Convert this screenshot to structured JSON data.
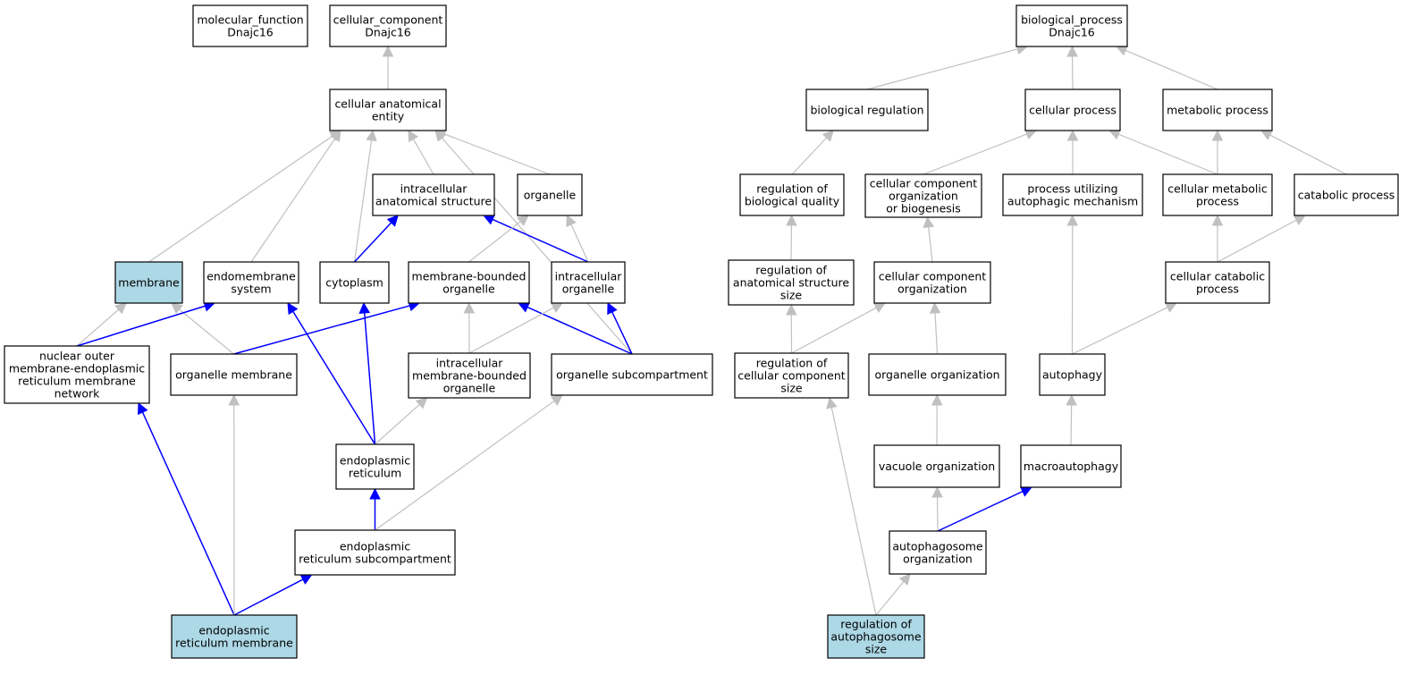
{
  "diagram": {
    "nodes": [
      {
        "id": "mf",
        "label": [
          "molecular_function",
          "Dnajc16"
        ],
        "highlight": false
      },
      {
        "id": "cc",
        "label": [
          "cellular_component",
          "Dnajc16"
        ],
        "highlight": false
      },
      {
        "id": "bp",
        "label": [
          "biological_process",
          "Dnajc16"
        ],
        "highlight": false
      },
      {
        "id": "cae",
        "label": [
          "cellular anatomical",
          "entity"
        ],
        "highlight": false
      },
      {
        "id": "ias",
        "label": [
          "intracellular",
          "anatomical structure"
        ],
        "highlight": false
      },
      {
        "id": "org",
        "label": [
          "organelle"
        ],
        "highlight": false
      },
      {
        "id": "mem",
        "label": [
          "membrane"
        ],
        "highlight": true
      },
      {
        "id": "ems",
        "label": [
          "endomembrane",
          "system"
        ],
        "highlight": false
      },
      {
        "id": "cyt",
        "label": [
          "cytoplasm"
        ],
        "highlight": false
      },
      {
        "id": "mbo",
        "label": [
          "membrane-bounded",
          "organelle"
        ],
        "highlight": false
      },
      {
        "id": "io",
        "label": [
          "intracellular",
          "organelle"
        ],
        "highlight": false
      },
      {
        "id": "nom",
        "label": [
          "nuclear outer",
          "membrane-endoplasmic",
          "reticulum membrane",
          "network"
        ],
        "highlight": false
      },
      {
        "id": "om",
        "label": [
          "organelle membrane"
        ],
        "highlight": false
      },
      {
        "id": "imbo",
        "label": [
          "intracellular",
          "membrane-bounded",
          "organelle"
        ],
        "highlight": false
      },
      {
        "id": "osc",
        "label": [
          "organelle subcompartment"
        ],
        "highlight": false
      },
      {
        "id": "er",
        "label": [
          "endoplasmic",
          "reticulum"
        ],
        "highlight": false
      },
      {
        "id": "ersc",
        "label": [
          "endoplasmic",
          "reticulum subcompartment"
        ],
        "highlight": false
      },
      {
        "id": "erm",
        "label": [
          "endoplasmic",
          "reticulum membrane"
        ],
        "highlight": true
      },
      {
        "id": "breg",
        "label": [
          "biological regulation"
        ],
        "highlight": false
      },
      {
        "id": "cp",
        "label": [
          "cellular process"
        ],
        "highlight": false
      },
      {
        "id": "mp",
        "label": [
          "metabolic process"
        ],
        "highlight": false
      },
      {
        "id": "rbq",
        "label": [
          "regulation of",
          "biological quality"
        ],
        "highlight": false
      },
      {
        "id": "ccob",
        "label": [
          "cellular component",
          "organization",
          "or biogenesis"
        ],
        "highlight": false
      },
      {
        "id": "puam",
        "label": [
          "process utilizing",
          "autophagic mechanism"
        ],
        "highlight": false
      },
      {
        "id": "cmp",
        "label": [
          "cellular metabolic",
          "process"
        ],
        "highlight": false
      },
      {
        "id": "catp",
        "label": [
          "catabolic process"
        ],
        "highlight": false
      },
      {
        "id": "rass",
        "label": [
          "regulation of",
          "anatomical structure",
          "size"
        ],
        "highlight": false
      },
      {
        "id": "cco",
        "label": [
          "cellular component",
          "organization"
        ],
        "highlight": false
      },
      {
        "id": "ccp",
        "label": [
          "cellular catabolic",
          "process"
        ],
        "highlight": false
      },
      {
        "id": "rccs",
        "label": [
          "regulation of",
          "cellular component",
          "size"
        ],
        "highlight": false
      },
      {
        "id": "oo",
        "label": [
          "organelle organization"
        ],
        "highlight": false
      },
      {
        "id": "aut",
        "label": [
          "autophagy"
        ],
        "highlight": false
      },
      {
        "id": "vo",
        "label": [
          "vacuole organization"
        ],
        "highlight": false
      },
      {
        "id": "macro",
        "label": [
          "macroautophagy"
        ],
        "highlight": false
      },
      {
        "id": "ao",
        "label": [
          "autophagosome",
          "organization"
        ],
        "highlight": false
      },
      {
        "id": "ras",
        "label": [
          "regulation of",
          "autophagosome",
          "size"
        ],
        "highlight": true
      }
    ],
    "edges": [
      {
        "from": "cae",
        "to": "cc",
        "color": "gray"
      },
      {
        "from": "mem",
        "to": "cae",
        "color": "gray"
      },
      {
        "from": "ems",
        "to": "cae",
        "color": "gray"
      },
      {
        "from": "cyt",
        "to": "cae",
        "color": "gray"
      },
      {
        "from": "ias",
        "to": "cae",
        "color": "gray"
      },
      {
        "from": "org",
        "to": "cae",
        "color": "gray"
      },
      {
        "from": "osc",
        "to": "cae",
        "color": "gray"
      },
      {
        "from": "cyt",
        "to": "ias",
        "color": "blue"
      },
      {
        "from": "io",
        "to": "ias",
        "color": "blue"
      },
      {
        "from": "mbo",
        "to": "org",
        "color": "gray"
      },
      {
        "from": "io",
        "to": "org",
        "color": "gray"
      },
      {
        "from": "nom",
        "to": "mem",
        "color": "gray"
      },
      {
        "from": "om",
        "to": "mem",
        "color": "gray"
      },
      {
        "from": "nom",
        "to": "ems",
        "color": "blue"
      },
      {
        "from": "er",
        "to": "ems",
        "color": "blue"
      },
      {
        "from": "er",
        "to": "cyt",
        "color": "blue"
      },
      {
        "from": "om",
        "to": "mbo",
        "color": "blue"
      },
      {
        "from": "imbo",
        "to": "mbo",
        "color": "gray"
      },
      {
        "from": "osc",
        "to": "mbo",
        "color": "blue"
      },
      {
        "from": "imbo",
        "to": "io",
        "color": "gray"
      },
      {
        "from": "osc",
        "to": "io",
        "color": "blue"
      },
      {
        "from": "er",
        "to": "imbo",
        "color": "gray"
      },
      {
        "from": "ersc",
        "to": "er",
        "color": "blue"
      },
      {
        "from": "ersc",
        "to": "osc",
        "color": "gray"
      },
      {
        "from": "erm",
        "to": "nom",
        "color": "blue"
      },
      {
        "from": "erm",
        "to": "om",
        "color": "gray"
      },
      {
        "from": "erm",
        "to": "ersc",
        "color": "blue"
      },
      {
        "from": "breg",
        "to": "bp",
        "color": "gray"
      },
      {
        "from": "cp",
        "to": "bp",
        "color": "gray"
      },
      {
        "from": "mp",
        "to": "bp",
        "color": "gray"
      },
      {
        "from": "rbq",
        "to": "breg",
        "color": "gray"
      },
      {
        "from": "ccob",
        "to": "cp",
        "color": "gray"
      },
      {
        "from": "puam",
        "to": "cp",
        "color": "gray"
      },
      {
        "from": "cmp",
        "to": "cp",
        "color": "gray"
      },
      {
        "from": "cmp",
        "to": "mp",
        "color": "gray"
      },
      {
        "from": "catp",
        "to": "mp",
        "color": "gray"
      },
      {
        "from": "rass",
        "to": "rbq",
        "color": "gray"
      },
      {
        "from": "cco",
        "to": "ccob",
        "color": "gray"
      },
      {
        "from": "ccp",
        "to": "cmp",
        "color": "gray"
      },
      {
        "from": "ccp",
        "to": "catp",
        "color": "gray"
      },
      {
        "from": "rccs",
        "to": "rass",
        "color": "gray"
      },
      {
        "from": "rccs",
        "to": "cco",
        "color": "gray"
      },
      {
        "from": "oo",
        "to": "cco",
        "color": "gray"
      },
      {
        "from": "aut",
        "to": "puam",
        "color": "gray"
      },
      {
        "from": "aut",
        "to": "ccp",
        "color": "gray"
      },
      {
        "from": "vo",
        "to": "oo",
        "color": "gray"
      },
      {
        "from": "macro",
        "to": "aut",
        "color": "gray"
      },
      {
        "from": "ao",
        "to": "vo",
        "color": "gray"
      },
      {
        "from": "ao",
        "to": "macro",
        "color": "blue"
      },
      {
        "from": "ras",
        "to": "rccs",
        "color": "gray"
      },
      {
        "from": "ras",
        "to": "ao",
        "color": "gray"
      }
    ],
    "colors": {
      "node_fill": "#ffffff",
      "highlight_fill": "#add8e6",
      "edge_gray": "#c0c0c0",
      "edge_blue": "#0000ff"
    }
  }
}
